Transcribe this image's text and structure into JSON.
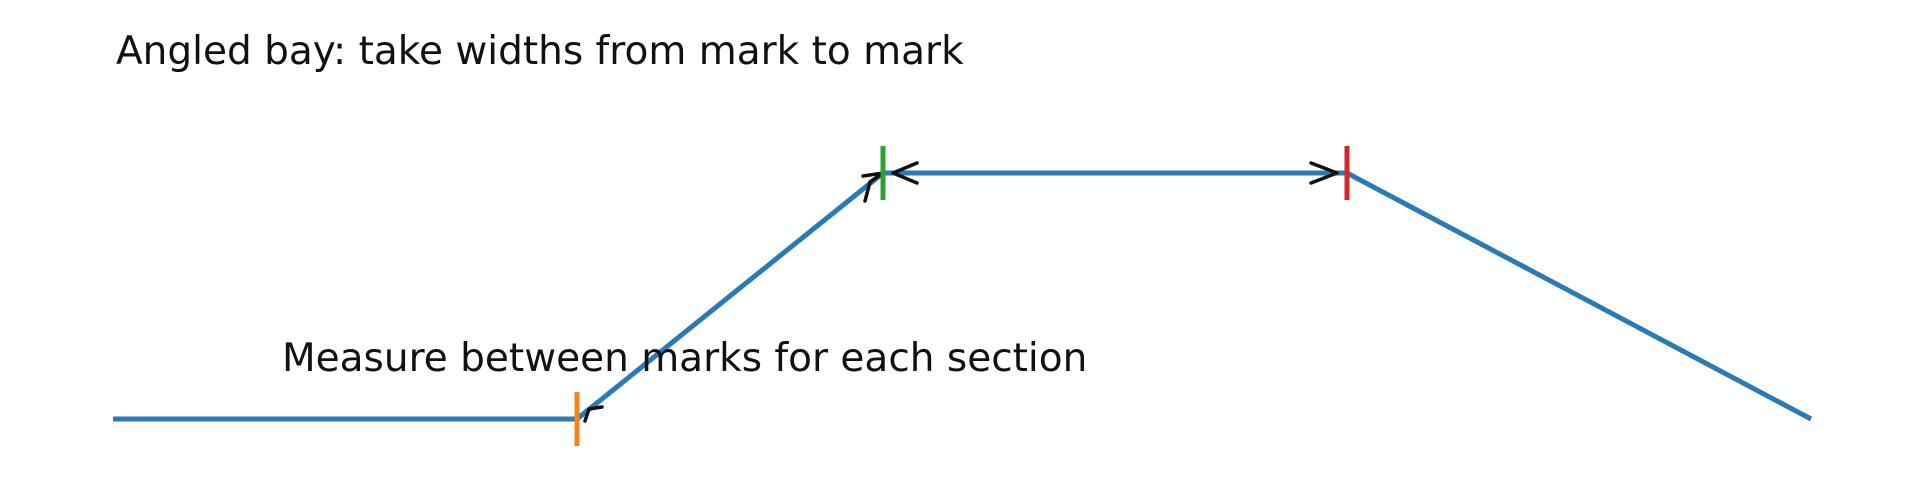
{
  "title": "Angled bay: take widths from mark to mark",
  "note": "Measure between marks for each section",
  "colors": {
    "profile": "#2a7ab5",
    "mark_start_slope": "#f58518",
    "mark_top_left": "#2ca02c",
    "mark_top_right": "#d62728",
    "arrow": "#111111",
    "text": "#111111"
  },
  "diagram": {
    "profile": "bay outline: flat floor, rising slope, flat top, falling slope",
    "marks": [
      "start of slope",
      "start of top",
      "end of top"
    ],
    "arrows": [
      "slope section between first two marks",
      "top section between last two marks"
    ]
  }
}
